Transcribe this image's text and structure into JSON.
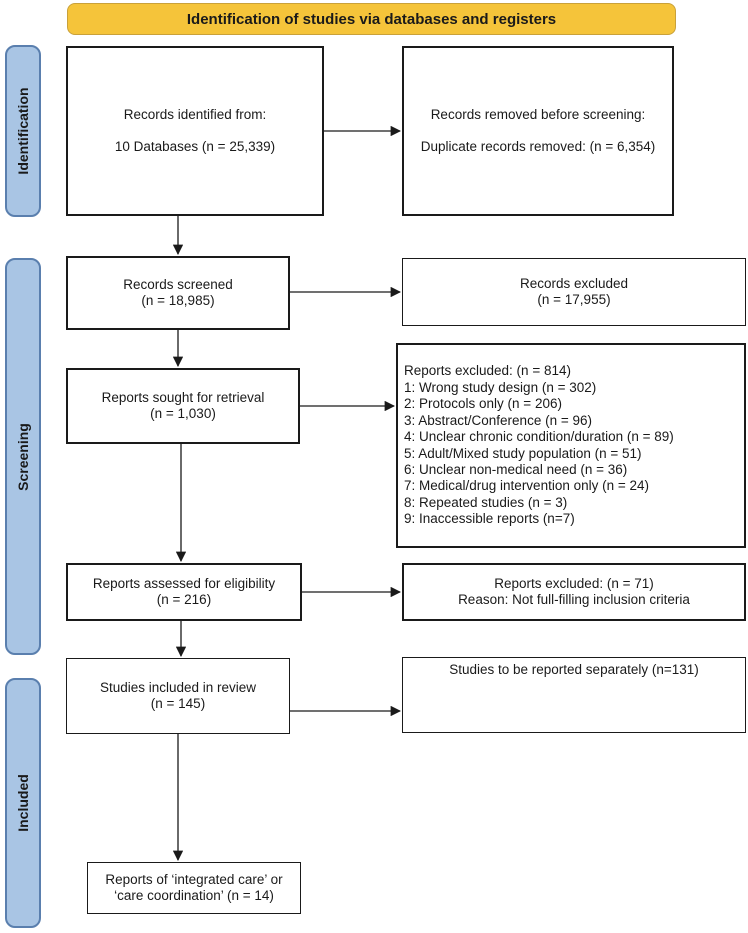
{
  "header": {
    "title": "Identification of studies via databases and registers"
  },
  "phases": {
    "identification": "Identification",
    "screening": "Screening",
    "included": "Included"
  },
  "identification": {
    "records_identified": {
      "heading": "Records identified from:",
      "detail": "10 Databases (n = 25,339)"
    },
    "records_removed": {
      "heading": "Records removed before screening:",
      "detail": "Duplicate records removed: (n = 6,354)"
    }
  },
  "screening": {
    "records_screened": {
      "heading": "Records screened",
      "count": "(n = 18,985)"
    },
    "records_excluded": {
      "heading": "Records excluded",
      "count": "(n = 17,955)"
    },
    "reports_sought": {
      "heading": "Reports sought for retrieval",
      "count": "(n = 1,030)"
    },
    "reports_excluded_list": {
      "heading": "Reports excluded: (n = 814)",
      "items": [
        "1: Wrong study design (n = 302)",
        "2: Protocols only (n = 206)",
        "3: Abstract/Conference (n = 96)",
        "4: Unclear chronic condition/duration (n = 89)",
        "5: Adult/Mixed study population (n = 51)",
        "6: Unclear non-medical need (n = 36)",
        "7: Medical/drug intervention only (n = 24)",
        "8: Repeated studies (n = 3)",
        "9: Inaccessible reports (n=7)"
      ]
    },
    "reports_assessed": {
      "heading": "Reports assessed for eligibility",
      "count": "(n = 216)"
    },
    "reports_excluded_eligibility": {
      "heading": "Reports excluded: (n = 71)",
      "reason": "Reason: Not full-filling inclusion criteria"
    }
  },
  "included": {
    "studies_included": {
      "heading": "Studies included in review",
      "count": "(n = 145)"
    },
    "studies_separate": {
      "heading": "Studies to be reported separately (n=131)"
    },
    "reports_integrated": {
      "line1": "Reports of ‘integrated care’ or",
      "line2": "‘care coordination’ (n = 14)"
    }
  },
  "colors": {
    "header": "#f5c43a",
    "phase_fill": "#a9c5e4",
    "phase_border": "#5a7fae",
    "line": "#1a1a1a"
  }
}
